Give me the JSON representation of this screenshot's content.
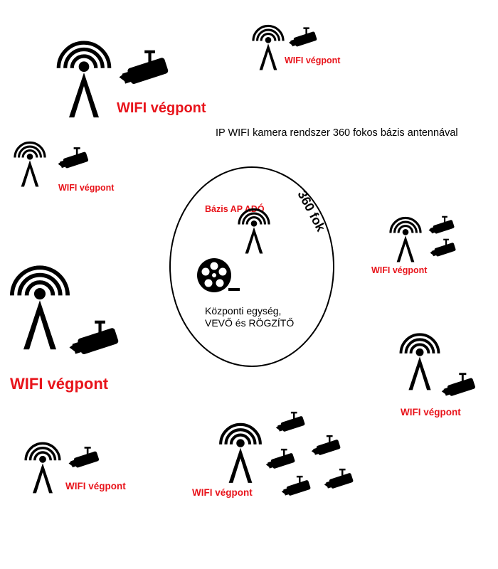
{
  "title": "IP WIFI kamera rendszer 360 fokos bázis antennával",
  "center": {
    "base_label": "Bázis  AP ADÓ",
    "arc_label": "360 fok",
    "unit_line1": "Központi egység,",
    "unit_line2": "VEVŐ és RÖGZÍTŐ"
  },
  "endpoints": [
    {
      "label": "WIFI végpont"
    },
    {
      "label": "WIFI végpont"
    },
    {
      "label": "WIFI végpont"
    },
    {
      "label": "WIFI végpont"
    },
    {
      "label": "WIFI végpont"
    },
    {
      "label": "WIFI végpont"
    },
    {
      "label": "WIFI végpont"
    },
    {
      "label": "WIFI végpont"
    }
  ],
  "colors": {
    "label": "#e8141b",
    "ink": "#000000"
  },
  "icons": [
    "antenna-tower-icon",
    "security-camera-icon",
    "film-reel-icon"
  ]
}
